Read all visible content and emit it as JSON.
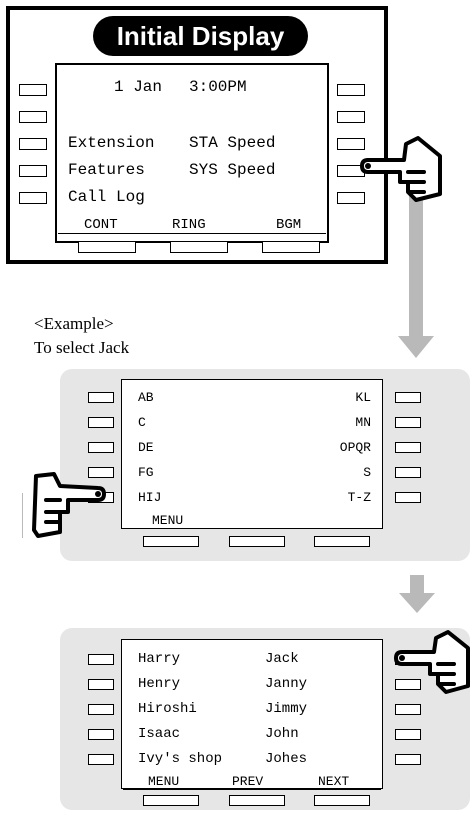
{
  "screen1": {
    "title": "Initial Display",
    "date": "1 Jan",
    "time": "3:00PM",
    "left_items": [
      "Extension",
      "Features",
      "Call Log"
    ],
    "right_items": [
      "STA Speed",
      "SYS Speed"
    ],
    "soft_keys": [
      "CONT",
      "RING",
      "BGM"
    ]
  },
  "example": {
    "line1": "<Example>",
    "line2": "To select Jack"
  },
  "screen2": {
    "left_items": [
      "AB",
      "C",
      "DE",
      "FG",
      "HIJ"
    ],
    "right_items": [
      "KL",
      "MN",
      "OPQR",
      "S",
      "T-Z"
    ],
    "soft_keys": [
      "MENU"
    ]
  },
  "screen3": {
    "left_items": [
      "Harry",
      "Henry",
      "Hiroshi",
      "Isaac",
      "Ivy's shop"
    ],
    "right_items": [
      "Jack",
      "Janny",
      "Jimmy",
      "John",
      "Johes"
    ],
    "soft_keys": [
      "MENU",
      "PREV",
      "NEXT"
    ]
  },
  "colors": {
    "panel_gray": "#e6e6e6",
    "arrow_gray": "#b9b9b9",
    "title_bg": "#000000",
    "title_text": "#ffffff"
  },
  "icons": [
    "pointing-hand-icon",
    "down-arrow-icon"
  ]
}
